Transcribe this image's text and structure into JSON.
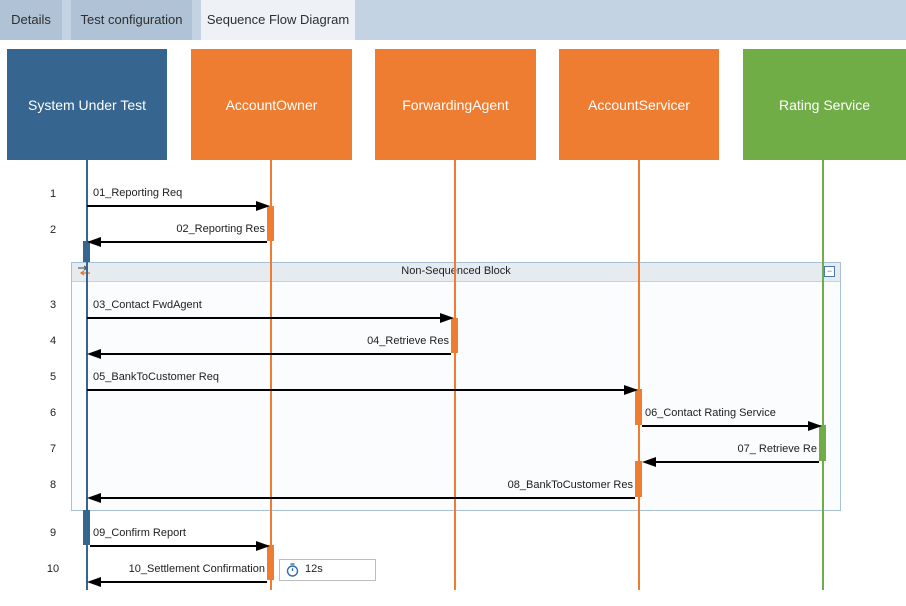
{
  "tabs": [
    {
      "label": "Details"
    },
    {
      "label": "Test configuration"
    },
    {
      "label": "Sequence Flow Diagram",
      "active": true
    }
  ],
  "actors": [
    {
      "name": "System Under Test",
      "color": "#366590"
    },
    {
      "name": "AccountOwner",
      "color": "#ee7d31"
    },
    {
      "name": "ForwardingAgent",
      "color": "#ee7d31"
    },
    {
      "name": "AccountServicer",
      "color": "#ee7d31"
    },
    {
      "name": "Rating Service",
      "color": "#70ad47"
    }
  ],
  "steps": [
    "1",
    "2",
    "3",
    "4",
    "5",
    "6",
    "7",
    "8",
    "9",
    "10"
  ],
  "messages": [
    {
      "label": "01_Reporting Req"
    },
    {
      "label": "02_Reporting Res"
    },
    {
      "label": "03_Contact FwdAgent"
    },
    {
      "label": "04_Retrieve Res"
    },
    {
      "label": "05_BankToCustomer Req"
    },
    {
      "label": "06_Contact Rating Service"
    },
    {
      "label": "07_ Retrieve Re"
    },
    {
      "label": "08_BankToCustomer Res"
    },
    {
      "label": "09_Confirm Report"
    },
    {
      "label": "10_Settlement Confirmation"
    }
  ],
  "block": {
    "title": "Non-Sequenced Block",
    "collapse_symbol": "−"
  },
  "timer": {
    "value": "12s",
    "icon": "stopwatch-icon"
  },
  "colors": {
    "blue": "#366590",
    "orange": "#ee7d31",
    "green": "#70ad47"
  }
}
